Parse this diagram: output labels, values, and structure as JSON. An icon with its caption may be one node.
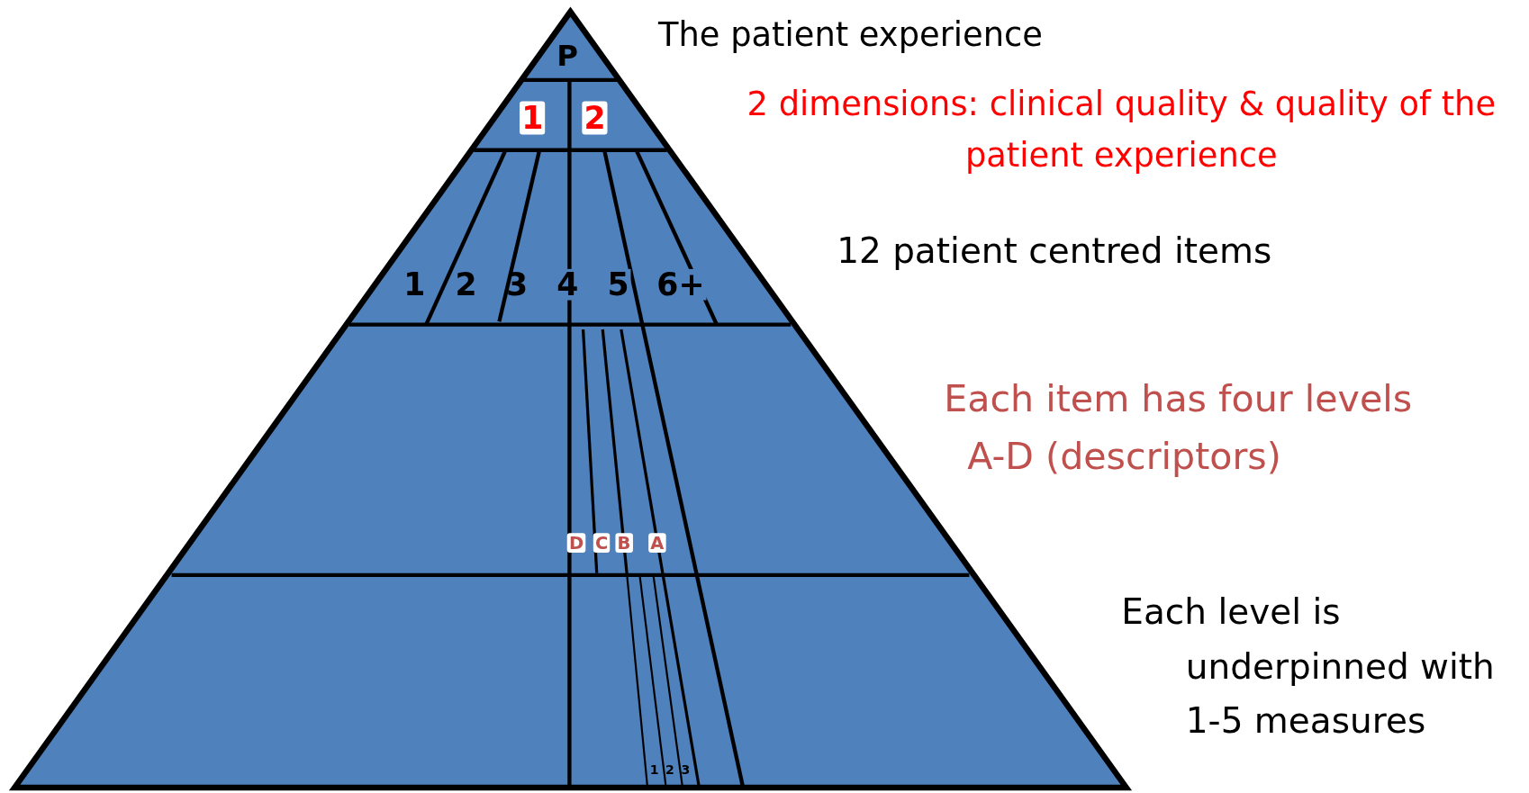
{
  "diagram": {
    "labels": [
      "P",
      "The patient experience",
      "1",
      "2",
      "2 dimensions: clinical quality & quality of the patient experience",
      "12 patient centred items",
      "1",
      "2",
      "3",
      "4",
      "5",
      "6+",
      "Each item has four levels A-D (descriptors)",
      "D",
      "C",
      "B",
      "A",
      "Each level is underpinned with 1-5 measures",
      "1",
      "2",
      "3"
    ]
  }
}
